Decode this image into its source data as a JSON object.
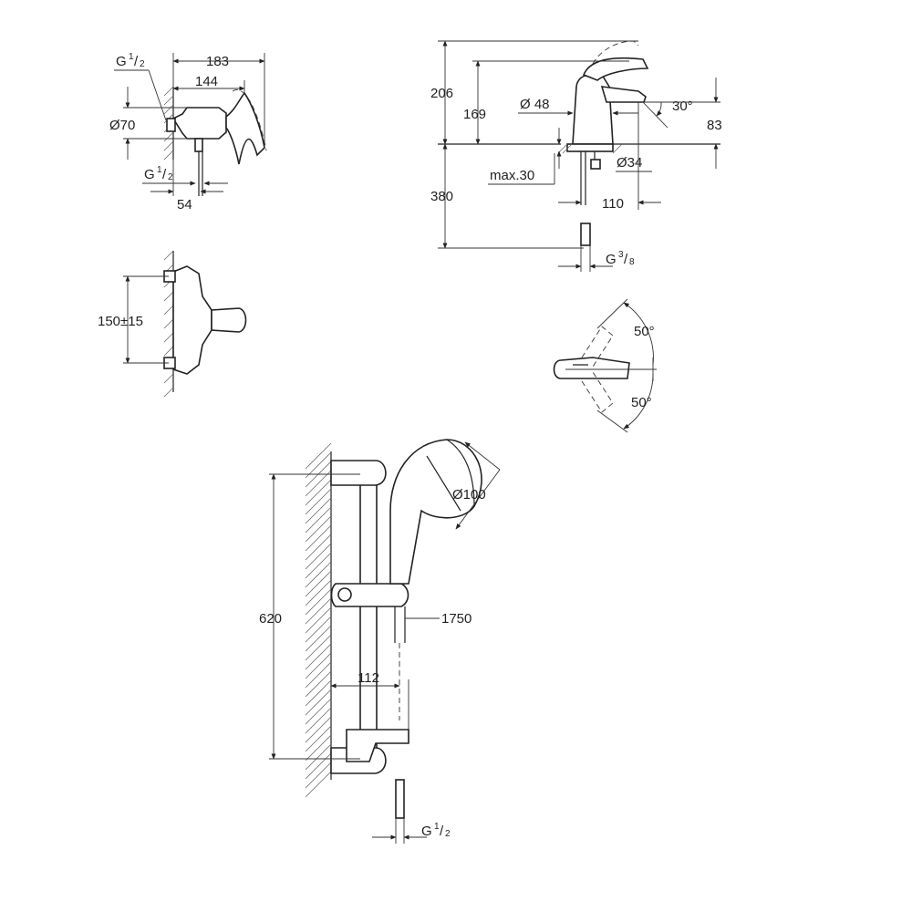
{
  "wall_mixer_side": {
    "dim_g_top": "G",
    "dim_g_top_frac_num": "1",
    "dim_g_top_frac_den": "2",
    "dim_183": "183",
    "dim_144": "144",
    "dim_diam70": "Ø70",
    "dim_g_bottom": "G",
    "dim_g_bottom_frac_num": "1",
    "dim_g_bottom_frac_den": "2",
    "dim_54": "54"
  },
  "wall_mixer_top": {
    "dim_spacing": "150±15"
  },
  "basin_mixer_side": {
    "dim_206": "206",
    "dim_169": "169",
    "dim_diam48": "Ø 48",
    "dim_angle30": "30°",
    "dim_83": "83",
    "dim_max30": "max.30",
    "dim_diam34": "Ø34",
    "dim_380": "380",
    "dim_110": "110",
    "dim_g38": "G",
    "dim_g38_num": "3",
    "dim_g38_den": "8"
  },
  "basin_mixer_top": {
    "dim_angle_up": "50°",
    "dim_angle_down": "50°"
  },
  "shower_set": {
    "dim_620": "620",
    "dim_diam100": "Ø100",
    "dim_1750": "1750",
    "dim_112": "112",
    "dim_g12": "G",
    "dim_g12_num": "1",
    "dim_g12_den": "2"
  }
}
